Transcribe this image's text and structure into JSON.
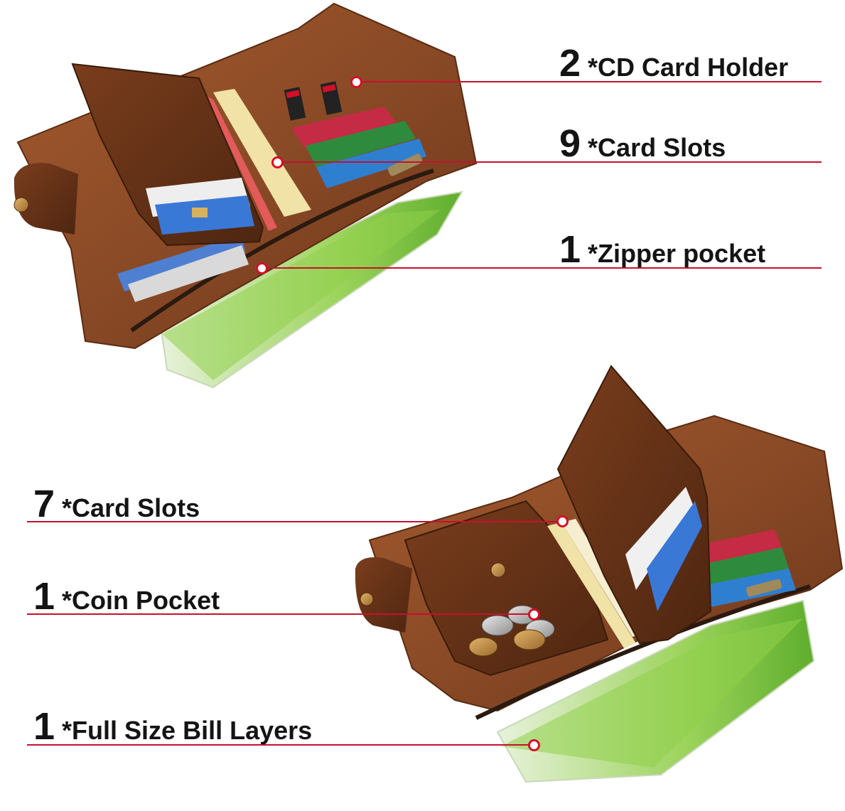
{
  "callouts_top": [
    {
      "count": "2",
      "label": "*CD Card Holder"
    },
    {
      "count": "9",
      "label": "*Card Slots"
    },
    {
      "count": "1",
      "label": "*Zipper pocket"
    }
  ],
  "callouts_bottom": [
    {
      "count": "7",
      "label": "*Card Slots"
    },
    {
      "count": "1",
      "label": "*Coin Pocket"
    },
    {
      "count": "1",
      "label": "*Full Size Bill Layers"
    }
  ],
  "colors": {
    "leather": "#8a4a26",
    "leather_dark": "#5e2f16",
    "callout_red": "#c8102e",
    "banknote_green": "#7cc243"
  }
}
